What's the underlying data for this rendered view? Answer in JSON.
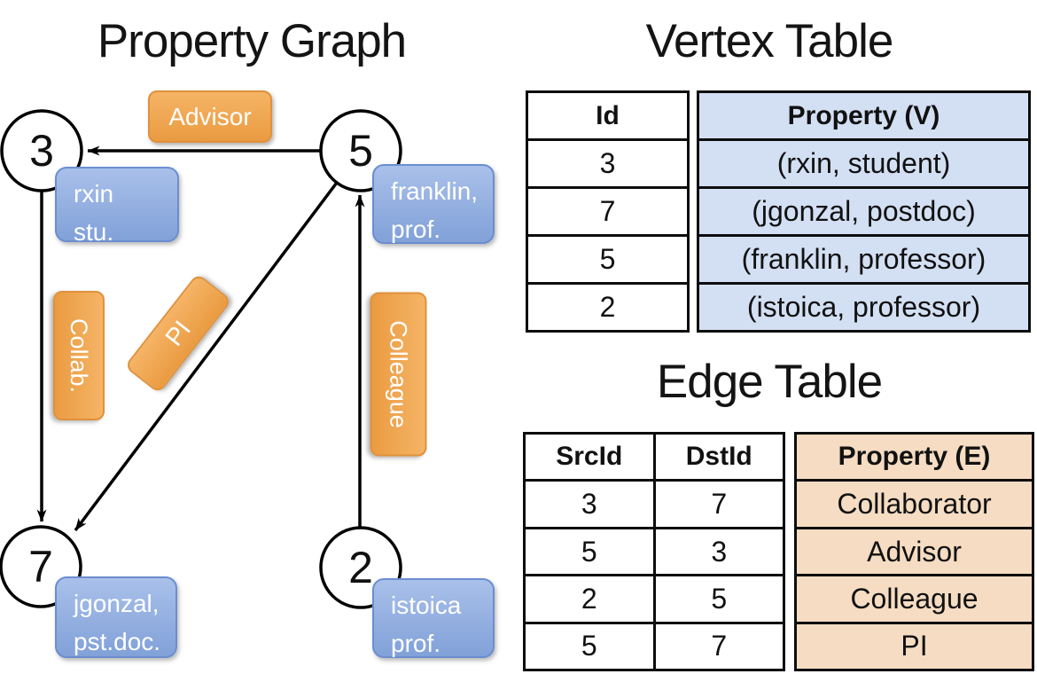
{
  "graph": {
    "title": "Property Graph",
    "nodes": [
      {
        "id": "3",
        "prop_line1": "rxin",
        "prop_line2": "stu."
      },
      {
        "id": "5",
        "prop_line1": "franklin,",
        "prop_line2": "prof."
      },
      {
        "id": "7",
        "prop_line1": "jgonzal,",
        "prop_line2": "pst.doc."
      },
      {
        "id": "2",
        "prop_line1": "istoica",
        "prop_line2": "prof."
      }
    ],
    "edge_labels": {
      "advisor": "Advisor",
      "collab": "Collab.",
      "pi": "PI",
      "colleague": "Colleague"
    }
  },
  "vertex_table": {
    "title": "Vertex Table",
    "columns": {
      "id": "Id",
      "property": "Property (V)"
    },
    "rows": [
      {
        "id": "3",
        "property": "(rxin, student)"
      },
      {
        "id": "7",
        "property": "(jgonzal, postdoc)"
      },
      {
        "id": "5",
        "property": "(franklin, professor)"
      },
      {
        "id": "2",
        "property": "(istoica, professor)"
      }
    ]
  },
  "edge_table": {
    "title": "Edge Table",
    "columns": {
      "src": "SrcId",
      "dst": "DstId",
      "property": "Property (E)"
    },
    "rows": [
      {
        "src": "3",
        "dst": "7",
        "property": "Collaborator"
      },
      {
        "src": "5",
        "dst": "3",
        "property": "Advisor"
      },
      {
        "src": "2",
        "dst": "5",
        "property": "Colleague"
      },
      {
        "src": "5",
        "dst": "7",
        "property": "PI"
      }
    ]
  },
  "colors": {
    "edge_label_fill": "#f0a953",
    "edge_label_border": "#e0913c",
    "node_box_fill": "#93aede",
    "node_box_border": "#6b8ed0",
    "vertex_property_fill": "#d3dff3",
    "edge_property_fill": "#f5dcc2",
    "line": "#000000",
    "text_on_boxes": "#ffffff"
  }
}
